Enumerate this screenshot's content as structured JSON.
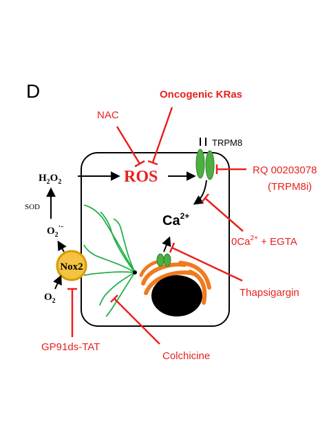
{
  "panel_label": "D",
  "colors": {
    "inhibitor": "#e8201f",
    "arrow": "#000000",
    "microtubule": "#22b04a",
    "channel": "#4caf3f",
    "golgi": "#f07a1e",
    "nox2_fill": "#f5c242",
    "nox2_stroke": "#d79b00",
    "nucleus": "#000000"
  },
  "labels": {
    "oncogenic_kras": "Oncogenic KRas",
    "nac": "NAC",
    "ros": "ROS",
    "trpm8": "TRPM8",
    "h2o2_main": "H",
    "h2o2_sub1": "2",
    "h2o2_mid": "O",
    "h2o2_sub2": "2",
    "sod": "SOD",
    "o2_radical": "O",
    "o2_radical_sub": "2",
    "o2_radical_sup": "·-",
    "nox2": "Nox2",
    "o2": "O",
    "o2_sub": "2",
    "ca": "Ca",
    "ca_sup": "2+",
    "rq_line1": "RQ 00203078",
    "rq_line2": "(TRPM8i)",
    "zero_ca_pre": "0Ca",
    "zero_ca_sup": "2+",
    "zero_ca_post": " + EGTA",
    "thapsigargin": "Thapsigargin",
    "gp91": "GP91ds-TAT",
    "colchicine": "Colchicine"
  }
}
